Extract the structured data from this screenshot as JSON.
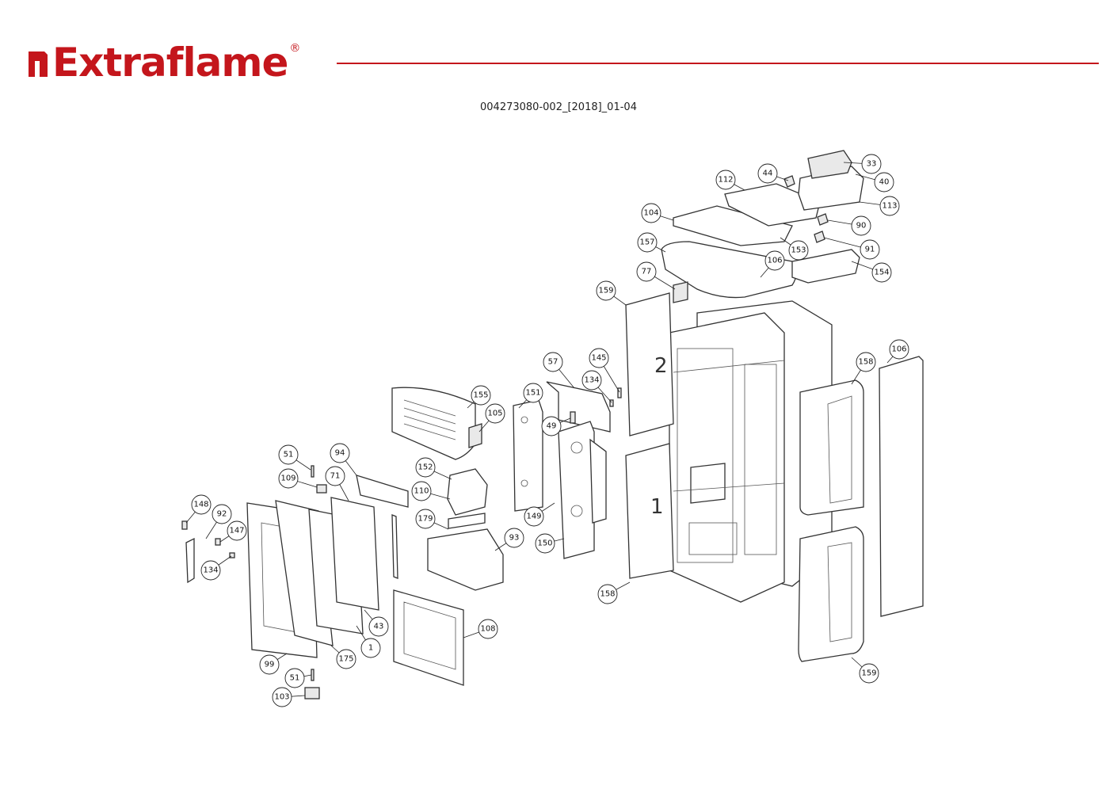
{
  "header": {
    "brand": "Extraflame",
    "registered_mark": "®",
    "document_code": "004273080-002_[2018]_01-04"
  },
  "colors": {
    "brand_red": "#c4161c",
    "line": "#333333"
  },
  "callouts": [
    "33",
    "44",
    "40",
    "112",
    "113",
    "104",
    "90",
    "157",
    "153",
    "91",
    "106",
    "154",
    "77",
    "159",
    "145",
    "57",
    "134",
    "106",
    "158",
    "151",
    "155",
    "105",
    "49",
    "51",
    "94",
    "152",
    "109",
    "71",
    "110",
    "148",
    "92",
    "179",
    "147",
    "149",
    "93",
    "150",
    "134",
    "158",
    "43",
    "108",
    "99",
    "175",
    "1",
    "51",
    "103",
    "159"
  ]
}
